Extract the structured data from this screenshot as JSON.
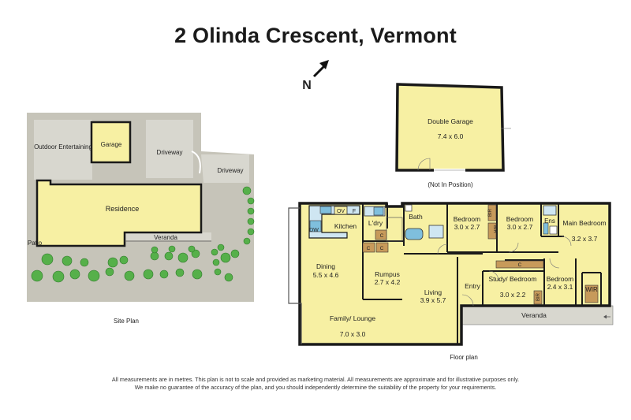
{
  "title": "2 Olinda Crescent, Vermont",
  "compass": "N",
  "colors": {
    "room_fill": "#f7f0a3",
    "site_ground": "#c6c4b9",
    "site_path": "#d8d7cf",
    "wall": "#1a1a1a",
    "water": "#7fbfdd",
    "joinery": "#c79a5a",
    "tree": "#56b04a"
  },
  "garage_plan": {
    "name": "Double Garage",
    "dims": "7.4 x 6.0",
    "note": "(Not In Position)"
  },
  "site_plan": {
    "caption": "Site Plan",
    "labels": {
      "outdoor": "Outdoor Entertaining",
      "garage": "Garage",
      "driveway_1": "Driveway",
      "driveway_2": "Driveway",
      "residence": "Residence",
      "veranda": "Veranda",
      "patio": "Patio"
    }
  },
  "floor_plan": {
    "caption": "Floor plan",
    "rooms": {
      "kitchen": "Kitchen",
      "laundry": "L'dry",
      "bath": "Bath",
      "bedroom_2": {
        "name": "Bedroom",
        "dims": "3.0 x 2.7"
      },
      "bedroom_3": {
        "name": "Bedroom",
        "dims": "3.0 x 2.7"
      },
      "ensuite": "Ens",
      "main_bedroom": {
        "name": "Main Bedroom",
        "dims": "3.2 x 3.7"
      },
      "dining": {
        "name": "Dining",
        "dims": "5.5 x 4.6"
      },
      "rumpus": {
        "name": "Rumpus",
        "dims": "2.7 x 4.2"
      },
      "living": {
        "name": "Living",
        "dims": "3.9 x 5.7"
      },
      "entry": "Entry",
      "study": {
        "name": "Study/ Bedroom",
        "dims": "3.0 x 2.2"
      },
      "bedroom_4": {
        "name": "Bedroom",
        "dims": "2.4 x 3.1"
      },
      "wir": "WIR",
      "family": {
        "name": "Family/ Lounge",
        "dims": "7.0 x 3.0"
      },
      "veranda": "Veranda"
    },
    "fixtures": {
      "dishwasher": "DW",
      "oven": "OV",
      "fridge": "F",
      "cupboard": "C",
      "bir": "BIR"
    }
  },
  "disclaimer": [
    "All measurements are in metres. This plan is not to scale and provided as marketing material. All measurements are approximate and for illustrative purposes only.",
    "We make no guarantee of the accuracy of the plan, and you should independently determine the suitability of the property for your requirements."
  ]
}
